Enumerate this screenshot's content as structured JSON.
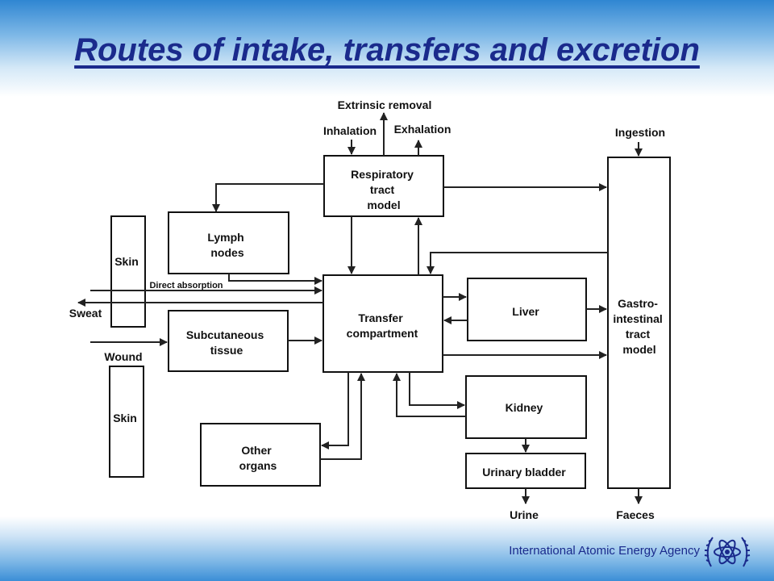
{
  "title": "Routes of intake, transfers and excretion",
  "footer": {
    "org": "International Atomic Energy Agency"
  },
  "logo": {
    "icon": "iaea-atom-logo-icon"
  },
  "diagram": {
    "labels": {
      "extrinsic_removal": "Extrinsic removal",
      "inhalation": "Inhalation",
      "exhalation": "Exhalation",
      "ingestion": "Ingestion",
      "skin_top": "Skin",
      "skin_bottom": "Skin",
      "sweat": "Sweat",
      "wound": "Wound",
      "direct_absorption": "Direct absorption",
      "urine": "Urine",
      "faeces": "Faeces"
    },
    "boxes": {
      "respiratory": [
        "Respiratory",
        "tract",
        "model"
      ],
      "lymph": [
        "Lymph",
        "nodes"
      ],
      "transfer": [
        "Transfer",
        "compartment"
      ],
      "liver": [
        "Liver"
      ],
      "subcutaneous": [
        "Subcutaneous",
        "tissue"
      ],
      "gi": [
        "Gastro-",
        "intestinal",
        "tract",
        "model"
      ],
      "kidney": [
        "Kidney"
      ],
      "bladder": [
        "Urinary bladder"
      ],
      "other": [
        "Other",
        "organs"
      ]
    }
  }
}
